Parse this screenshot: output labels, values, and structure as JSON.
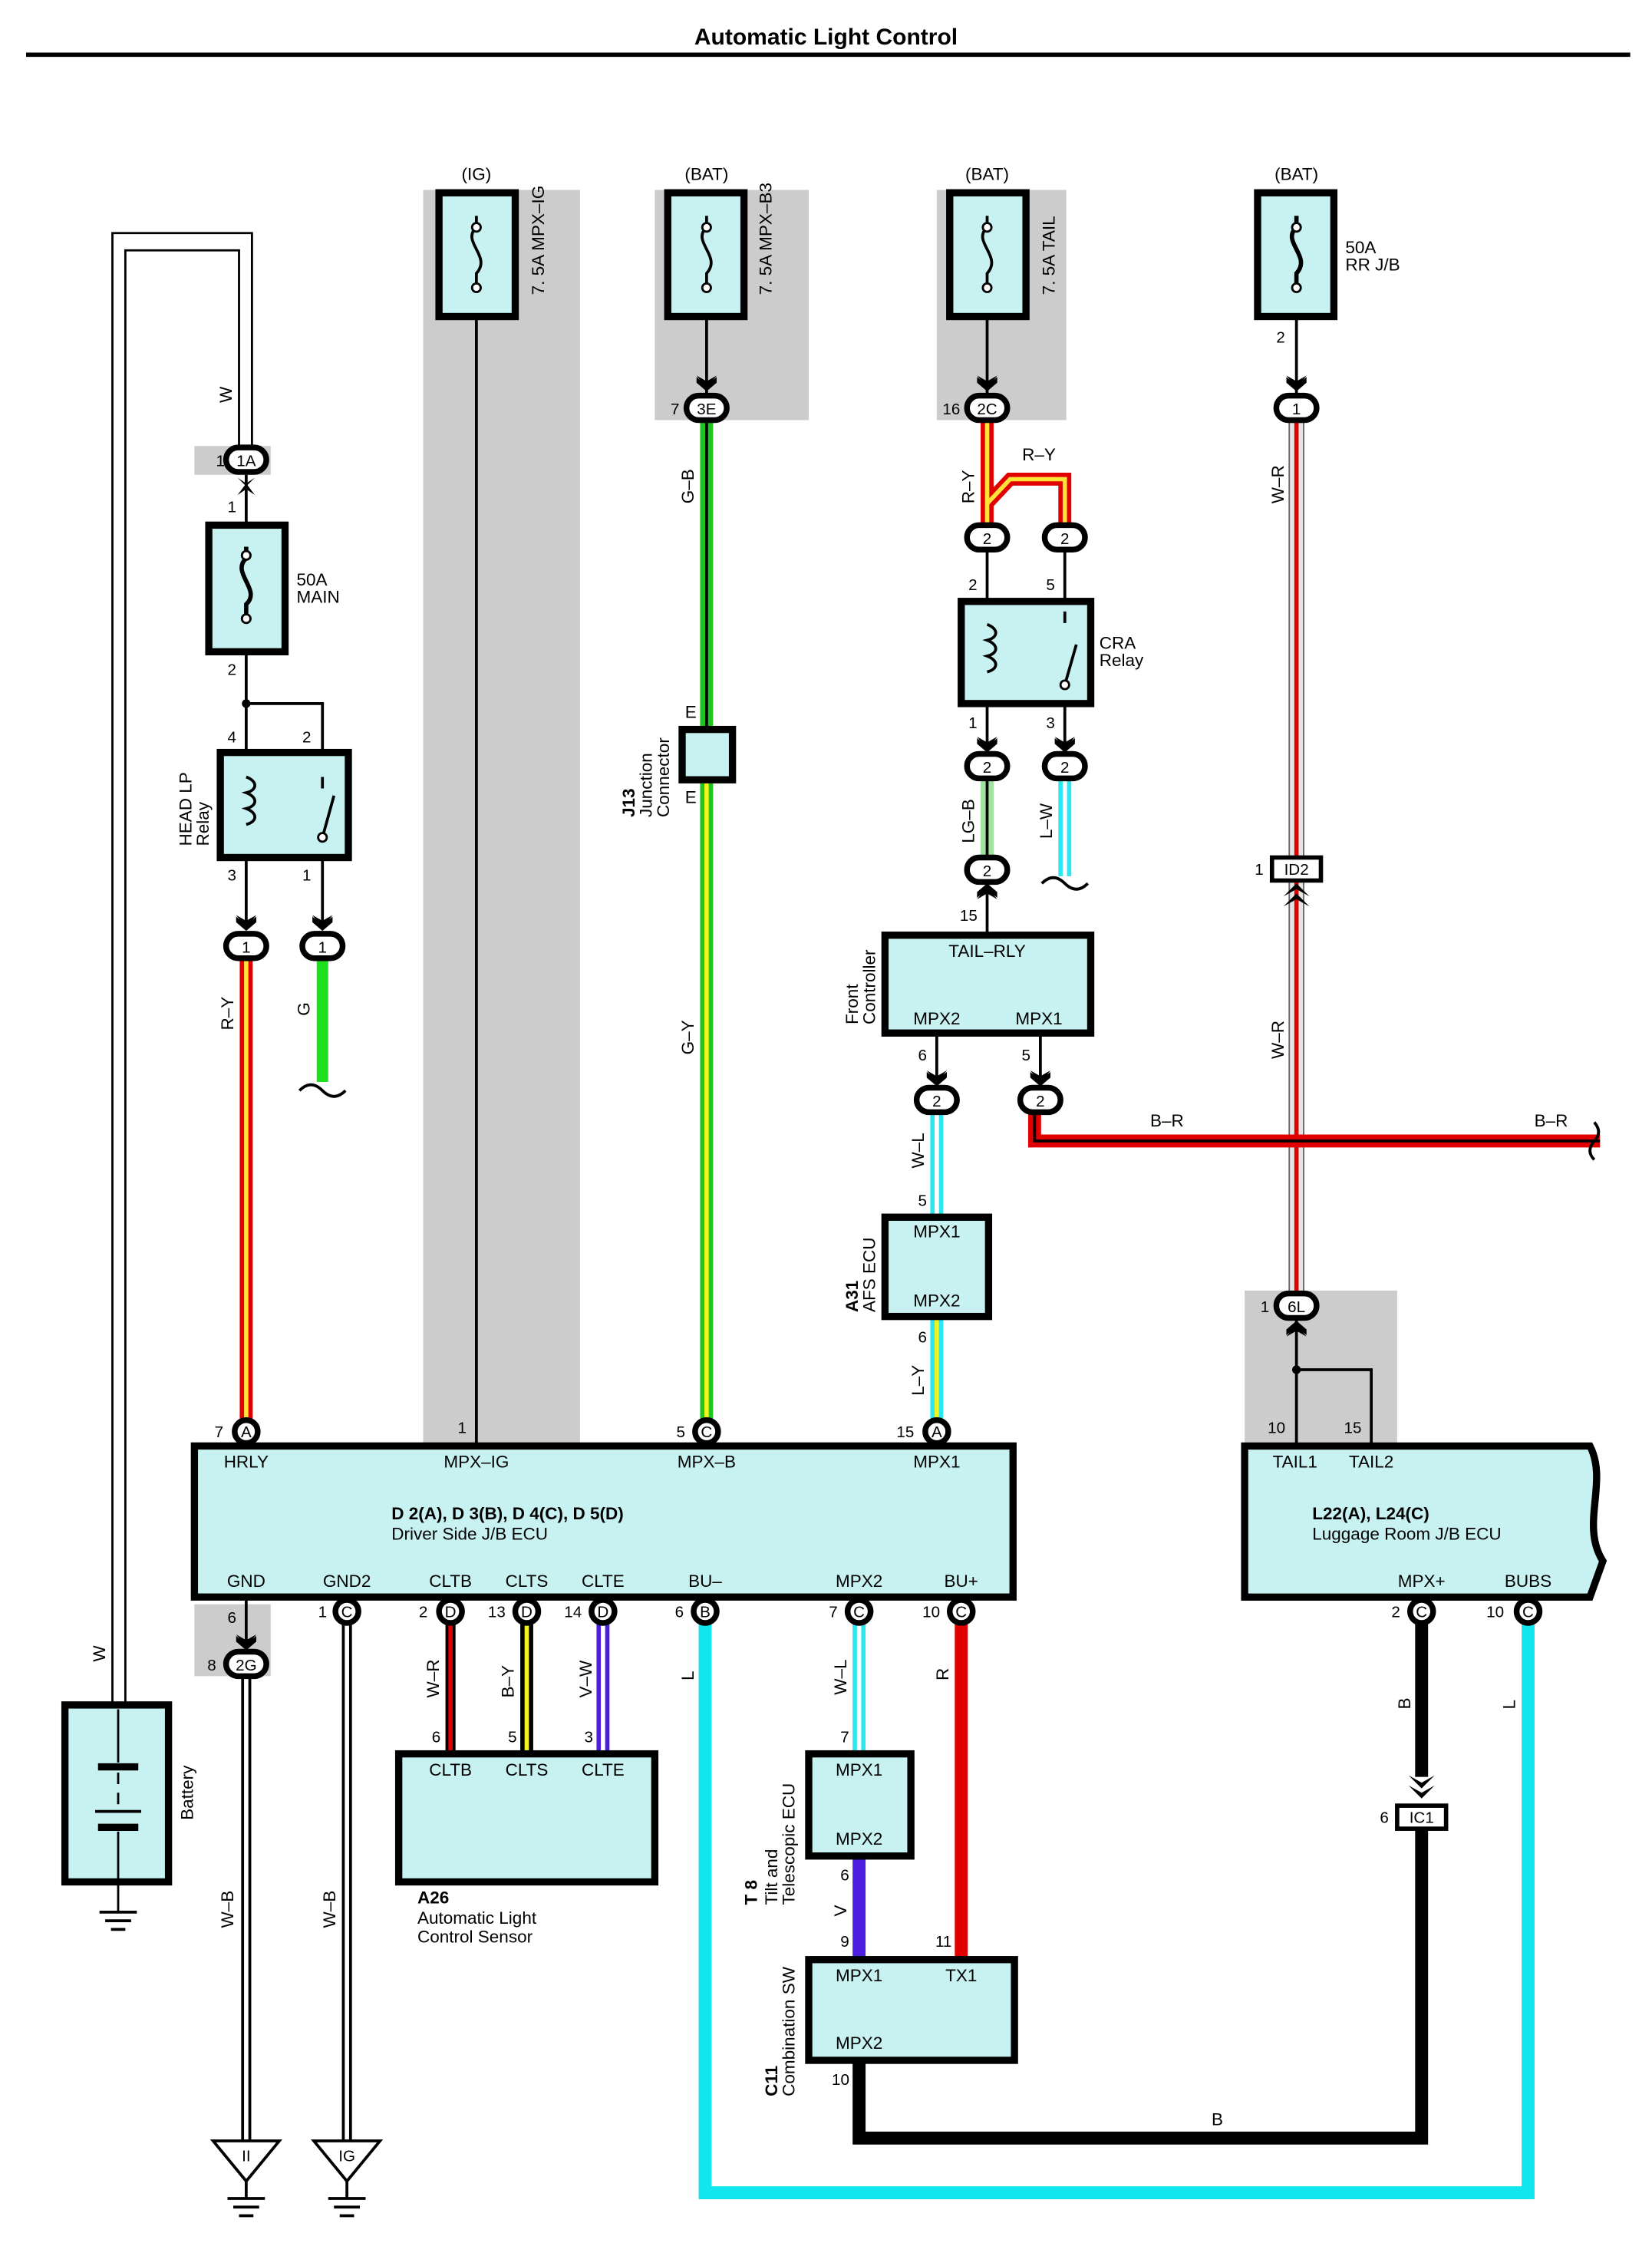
{
  "title": "Automatic Light Control",
  "power": {
    "ig": "(IG)",
    "bat1": "(BAT)",
    "bat2": "(BAT)",
    "bat3": "(BAT)",
    "fuse_mpxig": "7. 5A MPX–IG",
    "fuse_mpxb3": "7. 5A MPX–B3",
    "fuse_tail": "7. 5A TAIL",
    "fuse_rrjb_a": "50A",
    "fuse_rrjb_b": "RR J/B",
    "fuse_main_a": "50A",
    "fuse_main_b": "MAIN"
  },
  "components": {
    "headlp_relay_a": "HEAD LP",
    "headlp_relay_b": "Relay",
    "cra_relay_a": "CRA",
    "cra_relay_b": "Relay",
    "j13_code": "J13",
    "j13_a": "Junction",
    "j13_b": "Connector",
    "front_ctrl_a": "Front",
    "front_ctrl_b": "Controller",
    "afs_code": "A31",
    "afs_name": "AFS ECU",
    "driver_jb_code": "D 2(A), D 3(B), D 4(C), D 5(D)",
    "driver_jb_name": "Driver Side J/B ECU",
    "lugg_jb_code": "L22(A), L24(C)",
    "lugg_jb_name": "Luggage Room J/B ECU",
    "sensor_code": "A26",
    "sensor_a": "Automatic Light",
    "sensor_b": "Control Sensor",
    "tilt_code": "T 8",
    "tilt_a": "Tilt and",
    "tilt_b": "Telescopic ECU",
    "combo_code": "C11",
    "combo_name": "Combination SW",
    "battery": "Battery"
  },
  "terminals": {
    "tail_rly": "TAIL–RLY",
    "mpx2": "MPX2",
    "mpx1": "MPX1",
    "hrly": "HRLY",
    "mpx_ig": "MPX–IG",
    "mpx_b": "MPX–B",
    "gnd": "GND",
    "gnd2": "GND2",
    "cltb": "CLTB",
    "clts": "CLTS",
    "clte": "CLTE",
    "bu_minus": "BU–",
    "bu_plus": "BU+",
    "tail1": "TAIL1",
    "tail2": "TAIL2",
    "mpx_plus": "MPX+",
    "bubs": "BUBS",
    "tx1": "TX1"
  },
  "wires": {
    "w": "W",
    "r_y": "R–Y",
    "g": "G",
    "g_b": "G–B",
    "g_y": "G–Y",
    "lg_b": "LG–B",
    "l_w": "L–W",
    "w_r": "W–R",
    "w_l": "W–L",
    "l_y": "L–Y",
    "b_r": "B–R",
    "w_b": "W–B",
    "b_y": "B–Y",
    "v_w": "V–W",
    "l": "L",
    "r": "R",
    "b": "B",
    "v": "V"
  },
  "connectors": {
    "c1a": "1A",
    "c3e": "3E",
    "c2c": "2C",
    "c6l": "6L",
    "c2g": "2G",
    "id2": "ID2",
    "ic1": "IC1",
    "a": "A",
    "b": "B",
    "c": "C",
    "d": "D",
    "ground_ii": "II",
    "ground_ig": "IG",
    "j_e": "E"
  },
  "pins": {
    "p1": "1",
    "p2": "2",
    "p3": "3",
    "p4": "4",
    "p5": "5",
    "p6": "6",
    "p7": "7",
    "p8": "8",
    "p9": "9",
    "p10": "10",
    "p11": "11",
    "p13": "13",
    "p14": "14",
    "p15": "15",
    "p16": "16"
  }
}
